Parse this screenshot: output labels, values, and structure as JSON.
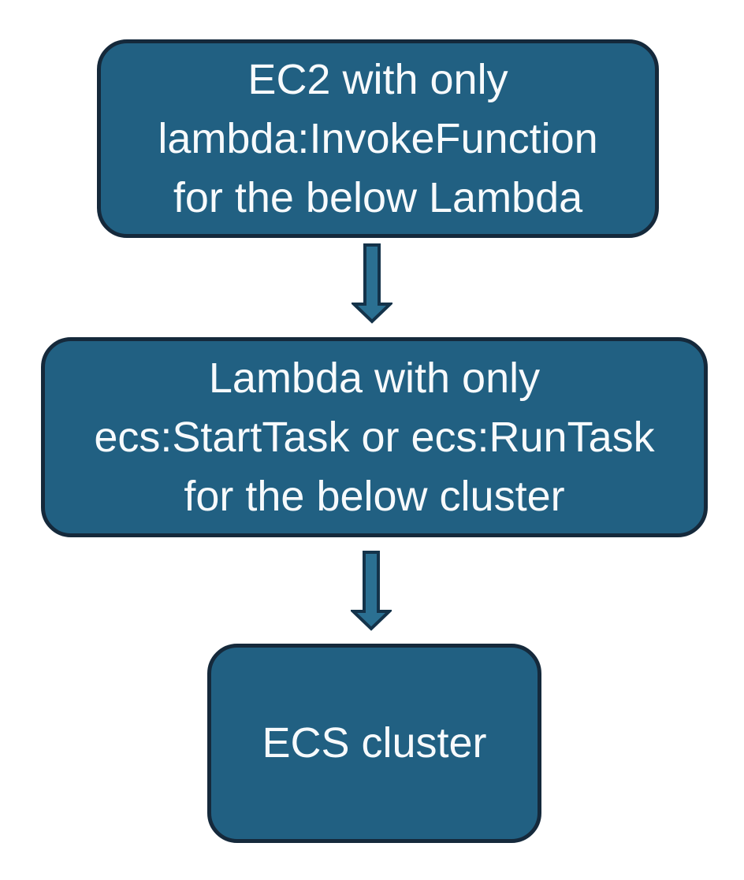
{
  "diagram": {
    "type": "flowchart",
    "direction": "top-down",
    "colors": {
      "background": "#ffffff",
      "node_fill": "#216082",
      "node_border": "#15293b",
      "node_text": "#f7fafc",
      "arrow_fill": "#2b7092",
      "arrow_outline": "#14334a"
    },
    "nodes": [
      {
        "id": "ec2",
        "text": "EC2 with only lambda:InvokeFunction for the below Lambda",
        "lines": [
          "EC2 with only",
          "lambda:InvokeFunction",
          "for the below Lambda"
        ]
      },
      {
        "id": "lambda",
        "text": "Lambda with only ecs:StartTask or ecs:RunTask for the below cluster",
        "lines": [
          "Lambda with only",
          "ecs:StartTask or ecs:RunTask",
          "for the below cluster"
        ]
      },
      {
        "id": "ecs-cluster",
        "text": "ECS cluster",
        "lines": [
          "ECS cluster"
        ]
      }
    ],
    "connections": [
      {
        "from": "ec2",
        "to": "lambda",
        "style": "block-arrow-down"
      },
      {
        "from": "lambda",
        "to": "ecs-cluster",
        "style": "block-arrow-down"
      }
    ]
  }
}
